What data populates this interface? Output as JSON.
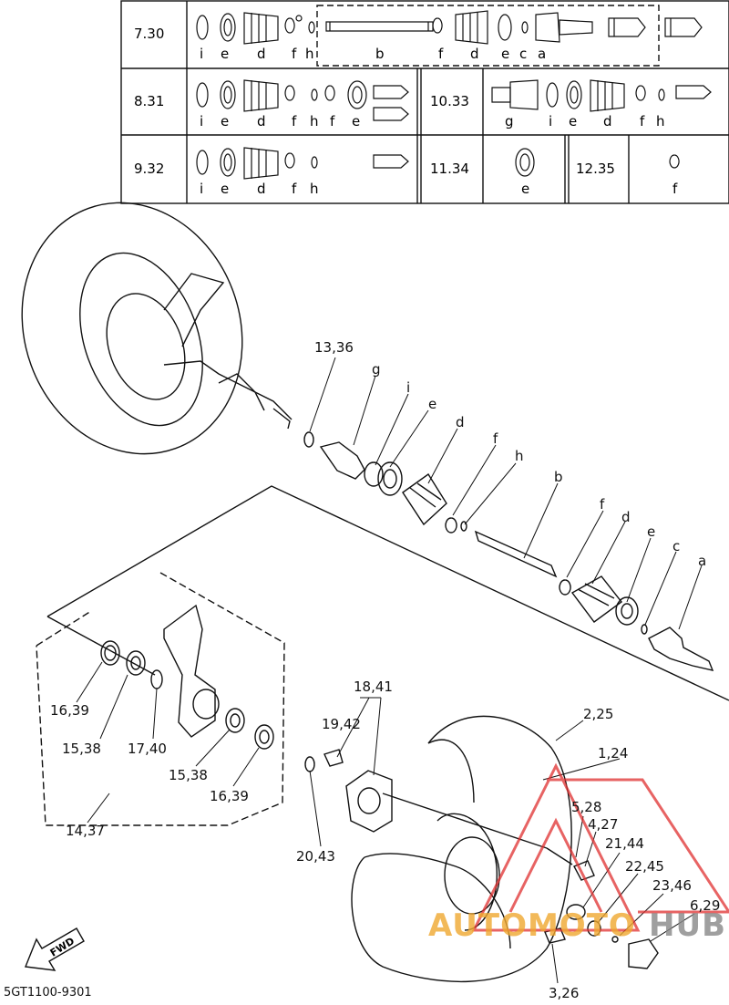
{
  "diagram_code": "5GT1100-9301",
  "watermark": {
    "part1": "AUTOMOTO",
    "part2": "HUB",
    "color_text": "#f0a830",
    "color_text2": "#888888",
    "color_logo": "#e03030"
  },
  "fwd_label": "FWD",
  "table": {
    "rows": [
      {
        "ref": "7.30",
        "letters": [
          "i",
          "e",
          "d",
          "f",
          "h",
          "b",
          "f",
          "d",
          "e",
          "c",
          "a"
        ]
      },
      {
        "ref": "8.31",
        "letters": [
          "i",
          "e",
          "d",
          "f",
          "h",
          "f",
          "e"
        ]
      },
      {
        "ref": "10.33",
        "letters": [
          "g",
          "i",
          "e",
          "d",
          "f",
          "h"
        ]
      },
      {
        "ref": "9.32",
        "letters": [
          "i",
          "e",
          "d",
          "f",
          "h"
        ]
      },
      {
        "ref": "11.34",
        "letters": [
          "e"
        ]
      },
      {
        "ref": "12.35",
        "letters": [
          "f"
        ]
      }
    ]
  },
  "callouts": [
    "13,36",
    "g",
    "i",
    "e",
    "d",
    "f",
    "h",
    "b",
    "f",
    "d",
    "e",
    "c",
    "a",
    "16,39",
    "15,38",
    "17,40",
    "15,38",
    "16,39",
    "14,37",
    "20,43",
    "18,41",
    "19,42",
    "2,25",
    "1,24",
    "5,28",
    "4,27",
    "21,44",
    "22,45",
    "23,46",
    "6,29",
    "3,26"
  ]
}
